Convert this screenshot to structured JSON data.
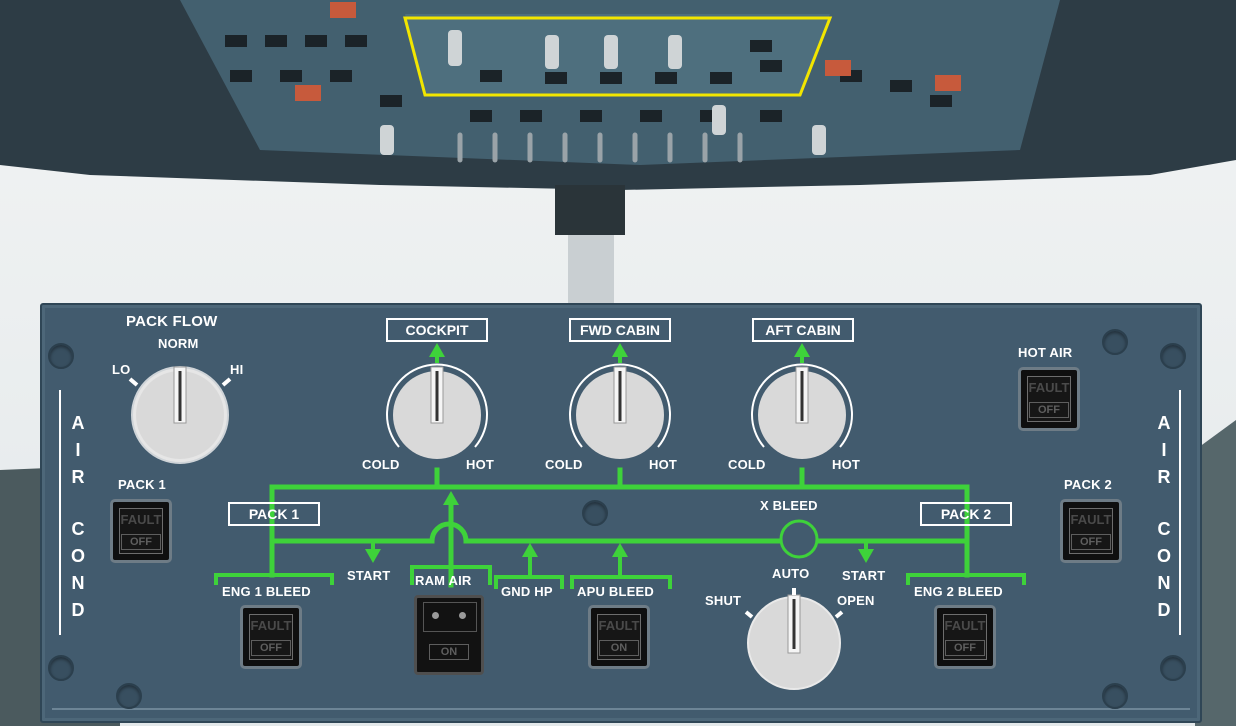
{
  "panel": {
    "title_vertical_left": [
      "A",
      "I",
      "R",
      "C",
      "O",
      "N",
      "D"
    ],
    "title_vertical_right": [
      "A",
      "I",
      "R",
      "C",
      "O",
      "N",
      "D"
    ],
    "pack_flow": {
      "label": "PACK FLOW",
      "norm": "NORM",
      "lo": "LO",
      "hi": "HI"
    },
    "zones": [
      {
        "label": "COCKPIT",
        "cold": "COLD",
        "hot": "HOT"
      },
      {
        "label": "FWD CABIN",
        "cold": "COLD",
        "hot": "HOT"
      },
      {
        "label": "AFT CABIN",
        "cold": "COLD",
        "hot": "HOT"
      }
    ],
    "hot_air": {
      "label": "HOT AIR",
      "fault": "FAULT",
      "state": "OFF"
    },
    "pack1": {
      "label": "PACK 1",
      "fault": "FAULT",
      "state": "OFF"
    },
    "pack2": {
      "label": "PACK 2",
      "fault": "FAULT",
      "state": "OFF"
    },
    "pack1_box": "PACK 1",
    "pack2_box": "PACK 2",
    "x_bleed": {
      "label": "X BLEED",
      "auto": "AUTO",
      "shut": "SHUT",
      "open": "OPEN"
    },
    "start_left": "START",
    "start_right": "START",
    "ram_air": {
      "label": "RAM AIR",
      "state": "ON"
    },
    "gnd_hp": "GND HP",
    "apu_bleed": {
      "label": "APU BLEED",
      "fault": "FAULT",
      "state": "ON"
    },
    "eng1_bleed": {
      "label": "ENG 1 BLEED",
      "fault": "FAULT",
      "state": "OFF"
    },
    "eng2_bleed": {
      "label": "ENG 2 BLEED",
      "fault": "FAULT",
      "state": "OFF"
    }
  },
  "colors": {
    "panel": "#425b6e",
    "duct": "#3ed23a",
    "highlight": "#f2e600",
    "label": "#ffffff"
  }
}
